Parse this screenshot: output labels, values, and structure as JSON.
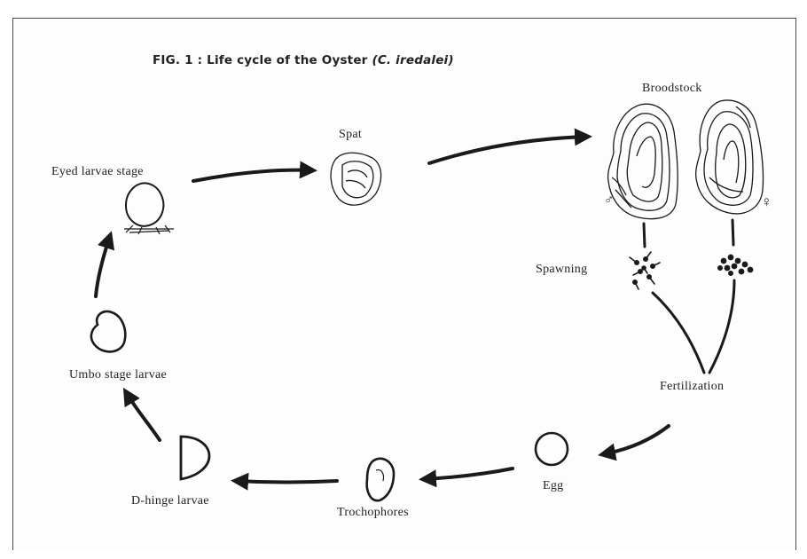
{
  "figure": {
    "title_prefix": "FIG. 1 : Life cycle of the Oyster ",
    "title_species": "(C. iredalei)"
  },
  "stages": {
    "broodstock": "Broodstock",
    "spat": "Spat",
    "eyed_larvae": "Eyed larvae stage",
    "umbo_larvae": "Umbo stage larvae",
    "d_hinge_larvae": "D-hinge larvae",
    "trochophores": "Trochophores",
    "egg": "Egg",
    "fertilization": "Fertilization",
    "spawning": "Spawning"
  },
  "symbols": {
    "male": "♂",
    "female": "♀"
  },
  "colors": {
    "ink": "#1a1a1a",
    "frame": "#4a4a4a"
  }
}
